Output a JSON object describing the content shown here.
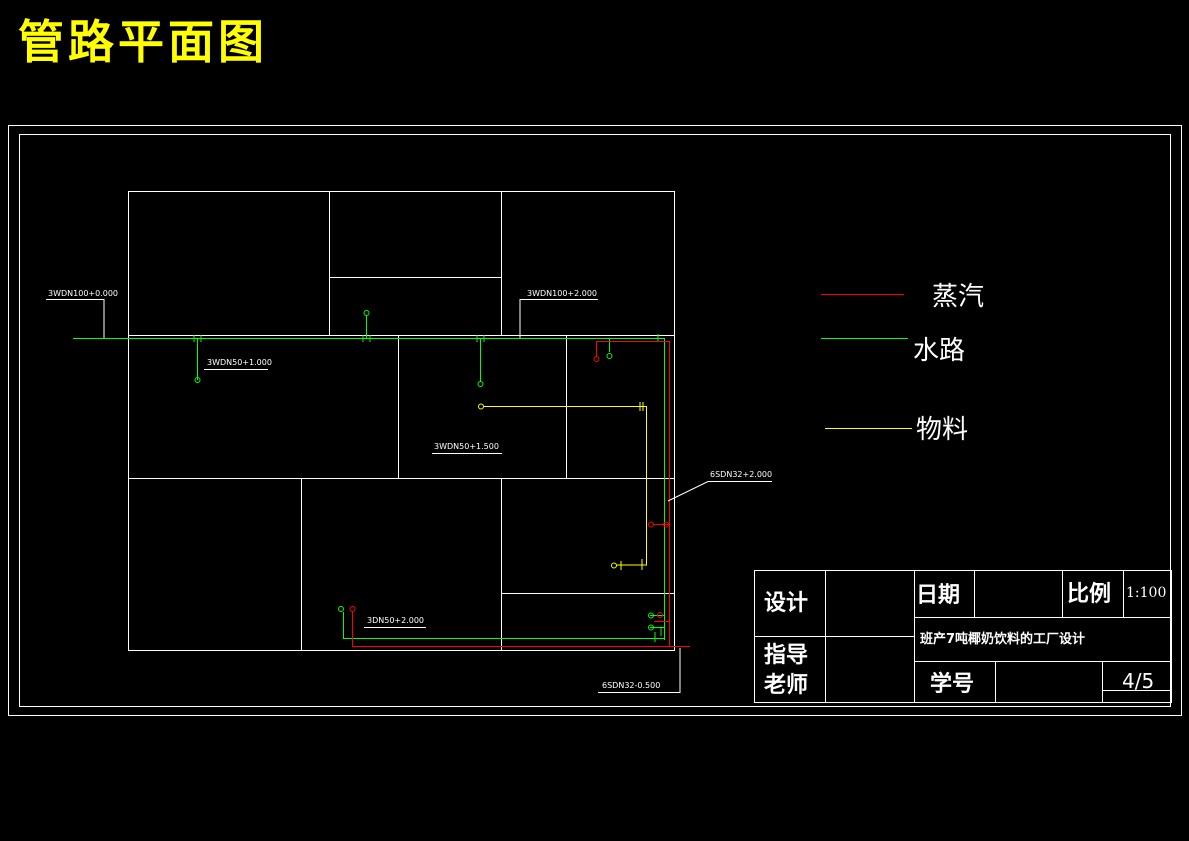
{
  "title": "管路平面图",
  "colors": {
    "background": "#000000",
    "title": "#ffff00",
    "steam": "#ff0000",
    "water": "#00ff00",
    "material": "#ffff00",
    "lines": "#ffffff"
  },
  "legend": {
    "steam": "蒸汽",
    "water": "水路",
    "material": "物料"
  },
  "pipe_labels": {
    "water_main_left": "3WDN100+0.000",
    "water_main_right": "3WDN100+2.000",
    "water_branch_1": "3WDN50+1.000",
    "water_branch_2": "3WDN50+1.500",
    "steam_upper": "6SDN32+2.000",
    "steam_lower": "6SDN32-0.500",
    "water_lower": "3DN50+2.000"
  },
  "title_block": {
    "design_label": "设计",
    "advisor_label": "指导\n老师",
    "advisor_line1": "指导",
    "advisor_line2": "老师",
    "date_label": "日期",
    "scale_label": "比例",
    "scale_value": "1:100",
    "project_name": "班产7吨椰奶饮料的工厂设计",
    "student_id_label": "学号",
    "sheet": "4/5"
  }
}
